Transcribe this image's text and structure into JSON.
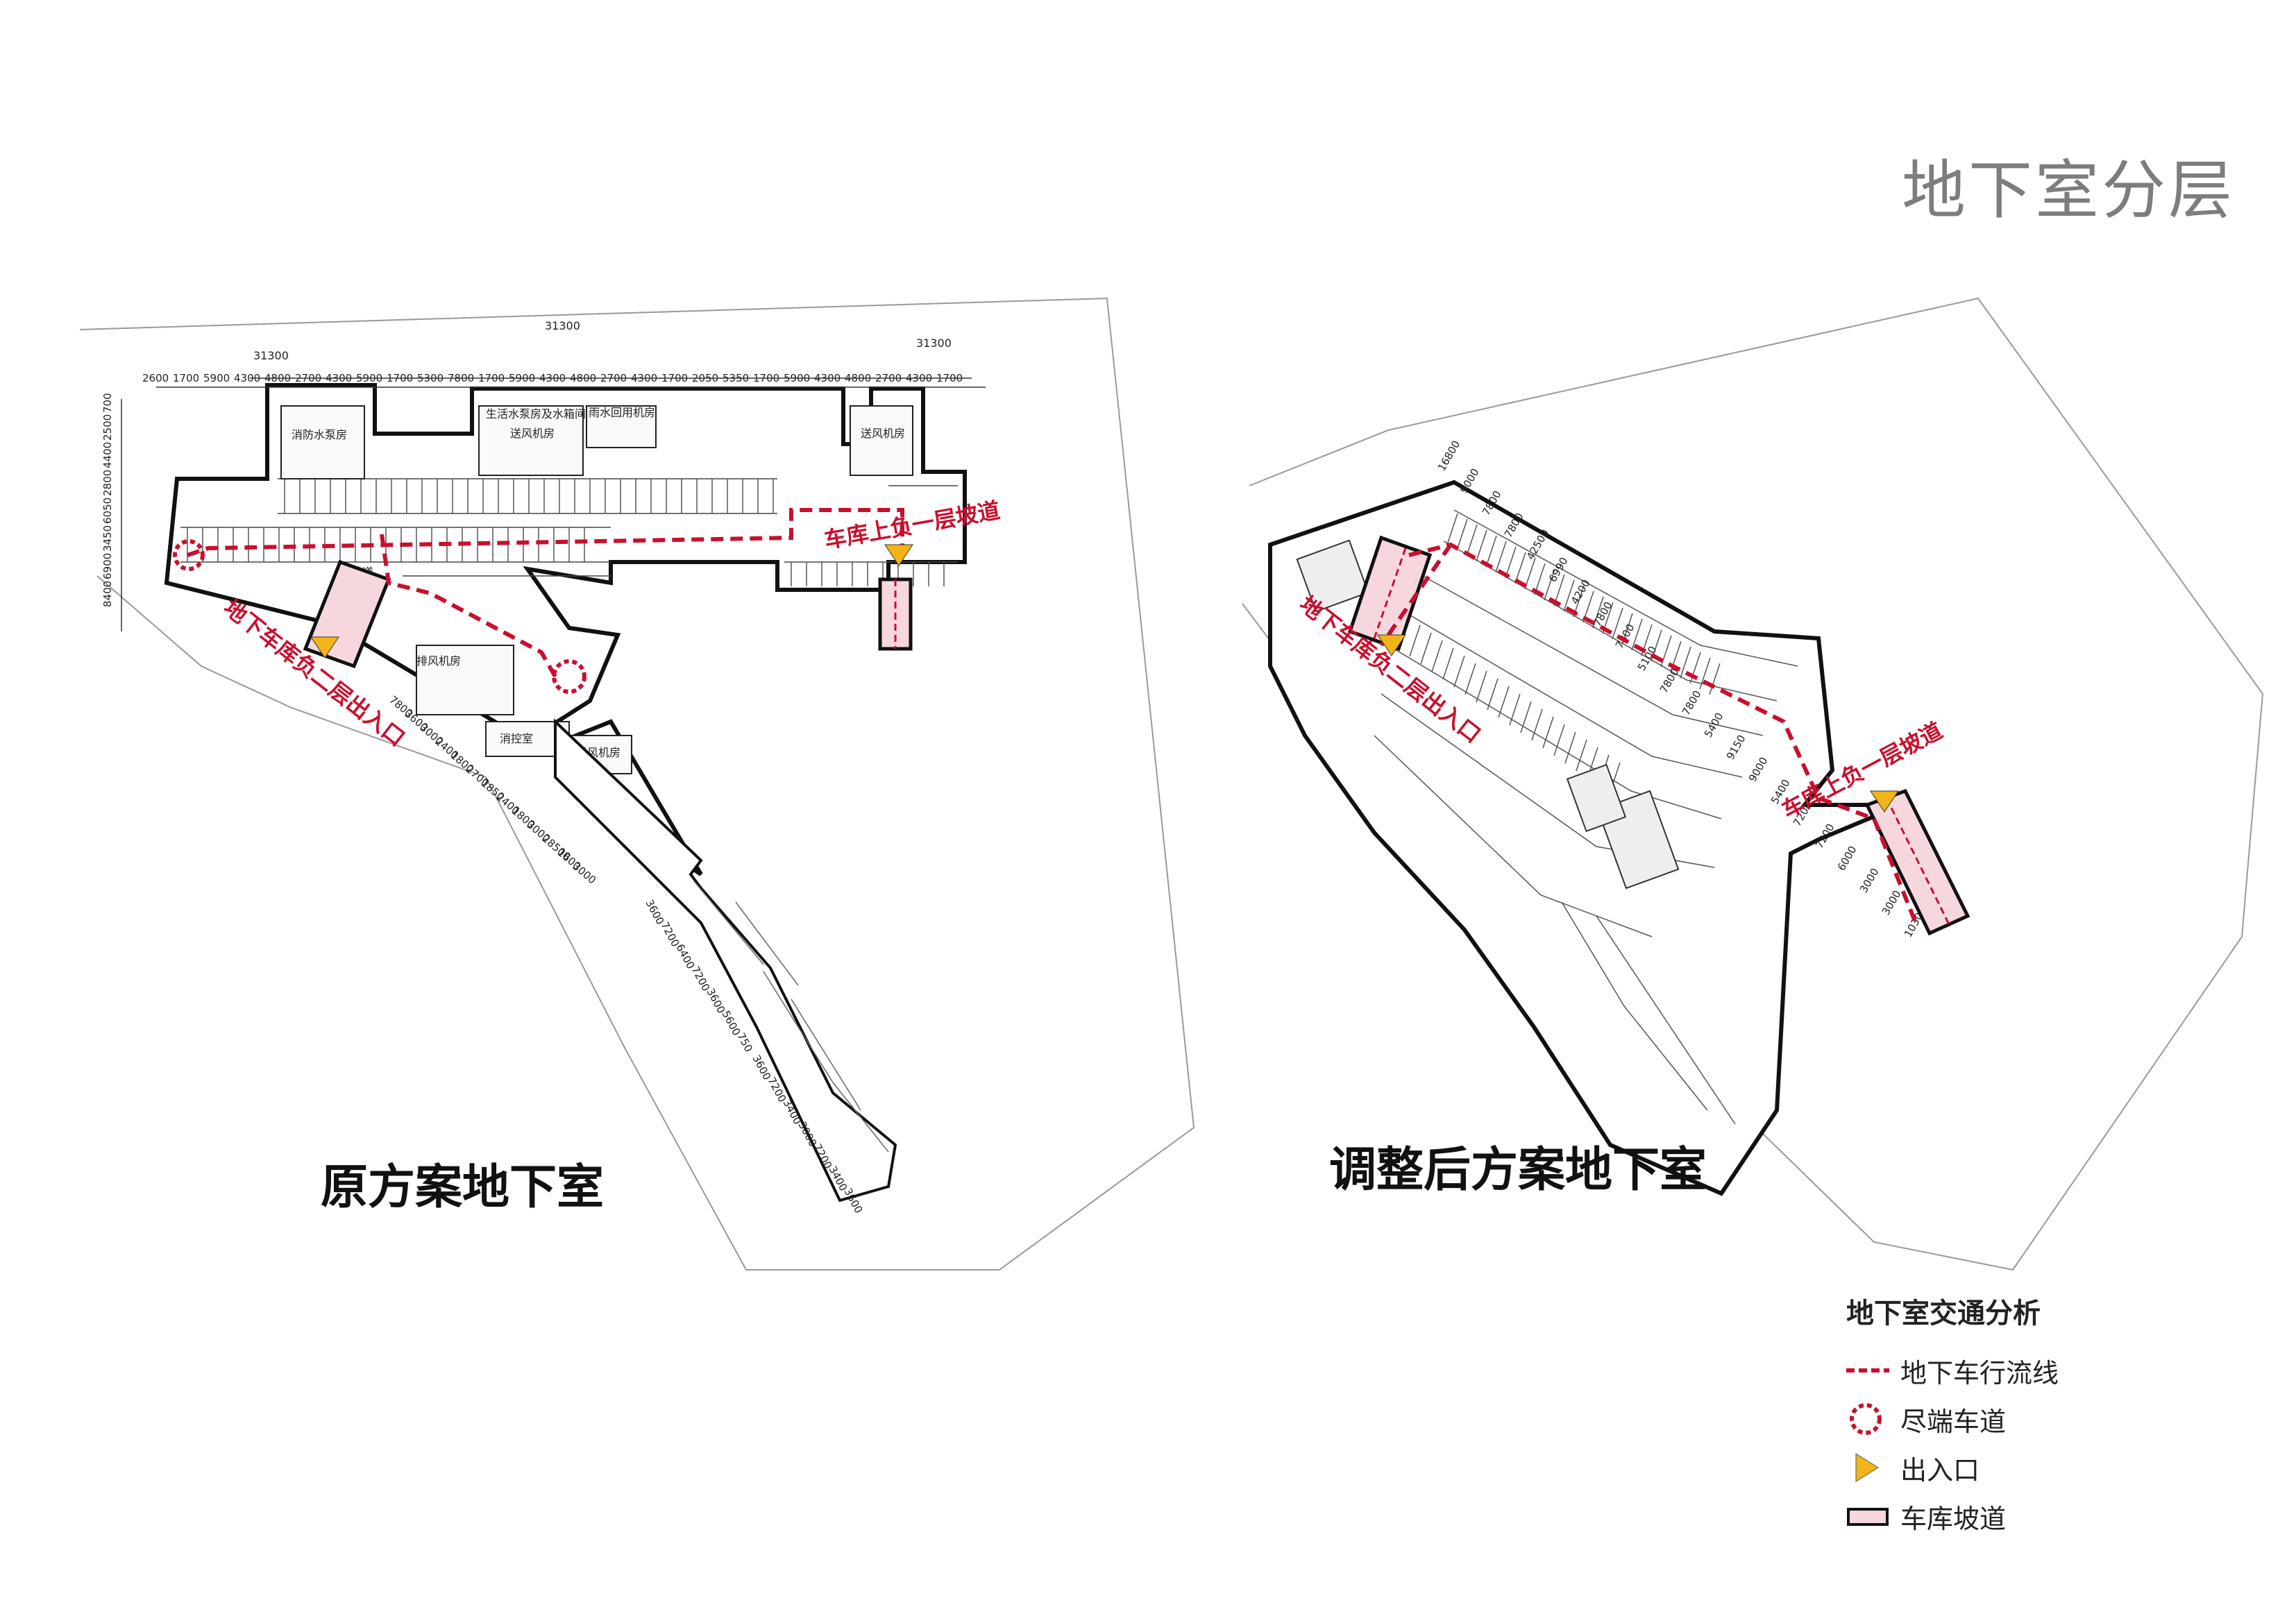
{
  "page": {
    "title": "地下室分层"
  },
  "plans": {
    "original": {
      "caption": "原方案地下室",
      "ramp_label": "车库上负一层坡道",
      "exit_label": "地下车库负二层出入口",
      "top_dims": [
        "31300",
        "31300",
        "31300"
      ],
      "row_dims": [
        "2600",
        "1700",
        "5900",
        "4300",
        "4800",
        "2700",
        "4300",
        "5900",
        "1700",
        "5300",
        "7800",
        "1700",
        "5900",
        "4300",
        "4800",
        "2700",
        "4300",
        "1700",
        "2050",
        "5350",
        "1700",
        "5900",
        "4300",
        "4800",
        "2700",
        "4300",
        "1700"
      ],
      "left_dims": [
        "700",
        "2500",
        "4400",
        "2800",
        "6050",
        "3450",
        "6900",
        "8400"
      ],
      "room_labels": [
        "消防水泵房",
        "生活水泵房及水箱间",
        "雨水回用机房",
        "送风机房",
        "送风机房",
        "上坡道",
        "排风机房",
        "消控室",
        "送风机房"
      ],
      "bottom_dims": [
        "7800",
        "3600",
        "3000",
        "2400",
        "1800",
        "2700",
        "1850",
        "2400",
        "1800",
        "3000",
        "28500",
        "1600",
        "3000"
      ],
      "tail_dims": [
        "3600",
        "7200",
        "6400",
        "7200",
        "3600",
        "5600",
        "750",
        "3600",
        "7200",
        "3400",
        "3000",
        "7200",
        "3400",
        "3600"
      ]
    },
    "adjusted": {
      "caption": "调整后方案地下室",
      "ramp_label": "车库上负一层坡道",
      "exit_label": "地下车库负二层出入口",
      "dims": [
        "16800",
        "9000",
        "7800",
        "7800",
        "42500",
        "6990",
        "4200",
        "7800",
        "7800",
        "5100",
        "7800",
        "7800",
        "5400",
        "9150",
        "9000",
        "5400",
        "7200",
        "7200",
        "6000",
        "3000",
        "3000",
        "10300"
      ]
    }
  },
  "legend": {
    "title": "地下室交通分析",
    "items": [
      {
        "label": "地下车行流线",
        "icon": "dashed-line-icon"
      },
      {
        "label": "尽端车道",
        "icon": "dotted-circle-icon"
      },
      {
        "label": "出入口",
        "icon": "yellow-triangle-icon"
      },
      {
        "label": "车库坡道",
        "icon": "pink-rectangle-icon"
      }
    ]
  },
  "colors": {
    "flow_red": "#c8102e",
    "ramp_pink": "#f6d7de",
    "exit_yellow": "#f2b418",
    "title_gray": "#7d7d7d",
    "line_black": "#111111"
  }
}
